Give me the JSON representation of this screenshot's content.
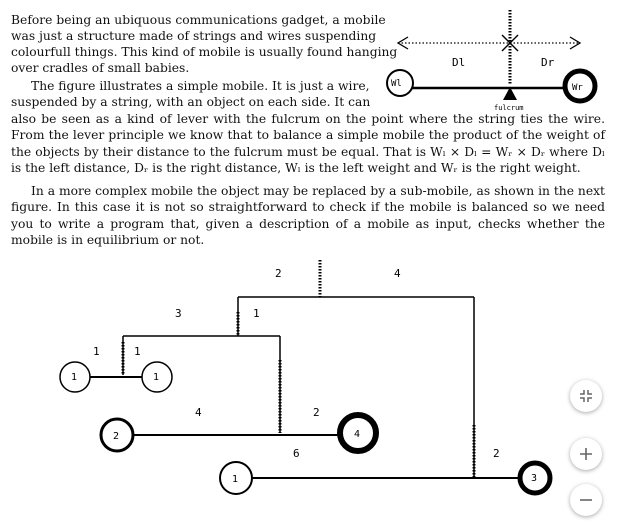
{
  "paper": {
    "p1_lines": [
      "Before being an ubiquous communications gadget, a mobile",
      "was just a structure made of strings and wires suspending",
      "colourfull things. This kind of mobile is usually found hanging",
      "over cradles of small babies.",
      "The figure illustrates a simple mobile. It is just a wire,",
      "suspended by a string, with an object on each side. It can"
    ],
    "p1_rest": "also be seen as a kind of lever with the fulcrum on the point where the string ties the wire. From the lever principle we know that to balance a simple mobile the product of the weight of the objects by their distance to the fulcrum must be equal. That is Wₗ × Dₗ = Wᵣ × Dᵣ where Dₗ is the left distance, Dᵣ is the right distance, Wₗ is the left weight and Wᵣ is the right weight.",
    "p2": "In a more complex mobile the object may be replaced by a sub-mobile, as shown in the next figure. In this case it is not so straightforward to check if the mobile is balanced so we need you to write a program that, given a description of a mobile as input, checks whether the mobile is in equilibrium or not."
  },
  "figure1": {
    "dl": "Dl",
    "dr": "Dr",
    "wl": "Wl",
    "wr": "Wr",
    "fulcrum": "fulcrum"
  },
  "figure2": {
    "top_left_dist": "2",
    "top_right_dist": "4",
    "sub_a_left_dist": "3",
    "sub_a_right_dist": "1",
    "sub_b_left_dist": "1",
    "sub_b_right_dist": "1",
    "sub_b_left_weight": "1",
    "sub_b_right_weight": "1",
    "sub_c_left_dist": "4",
    "sub_c_right_dist": "2",
    "sub_c_left_weight": "2",
    "sub_c_right_weight": "4",
    "sub_d_left_dist": "6",
    "sub_d_right_dist": "2",
    "sub_d_left_weight": "1",
    "sub_d_right_weight": "3"
  },
  "controls": {
    "collapse": "collapse-icon",
    "zoom_in": "plus-icon",
    "zoom_out": "minus-icon"
  }
}
